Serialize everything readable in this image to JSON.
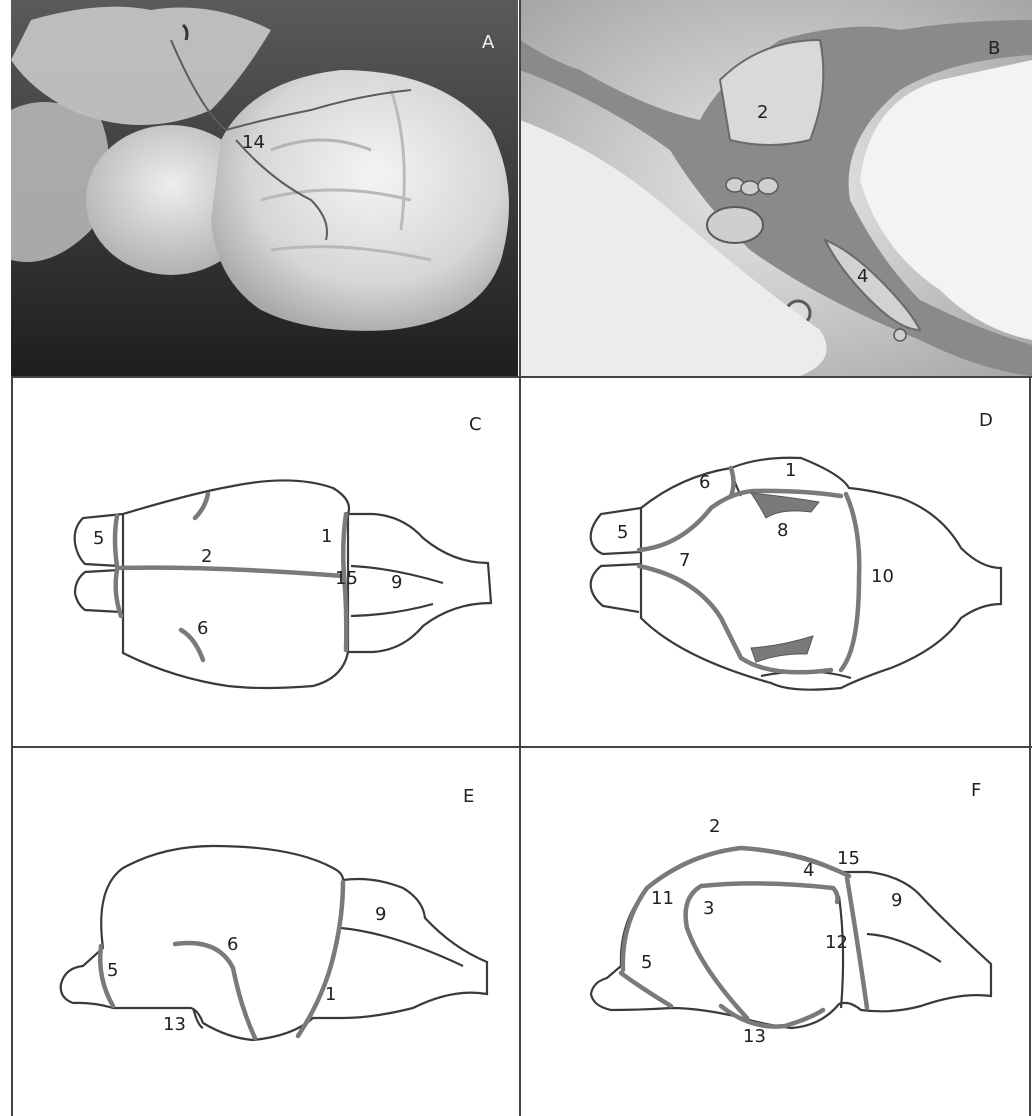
{
  "panels": {
    "A": {
      "letter": "A",
      "labels": {
        "l14": "14"
      }
    },
    "B": {
      "letter": "B",
      "labels": {
        "l2": "2",
        "l4": "4"
      }
    },
    "C": {
      "letter": "C",
      "labels": {
        "l5": "5",
        "l2": "2",
        "l1": "1",
        "l15": "15",
        "l9": "9",
        "l6": "6"
      }
    },
    "D": {
      "letter": "D",
      "labels": {
        "l6": "6",
        "l1": "1",
        "l5": "5",
        "l8": "8",
        "l7": "7",
        "l10": "10"
      }
    },
    "E": {
      "letter": "E",
      "labels": {
        "l9": "9",
        "l6": "6",
        "l5": "5",
        "l1": "1",
        "l13": "13"
      }
    },
    "F": {
      "letter": "F",
      "labels": {
        "l2": "2",
        "l15": "15",
        "l4": "4",
        "l11": "11",
        "l9": "9",
        "l3": "3",
        "l12": "12",
        "l5": "5",
        "l13": "13"
      }
    }
  }
}
